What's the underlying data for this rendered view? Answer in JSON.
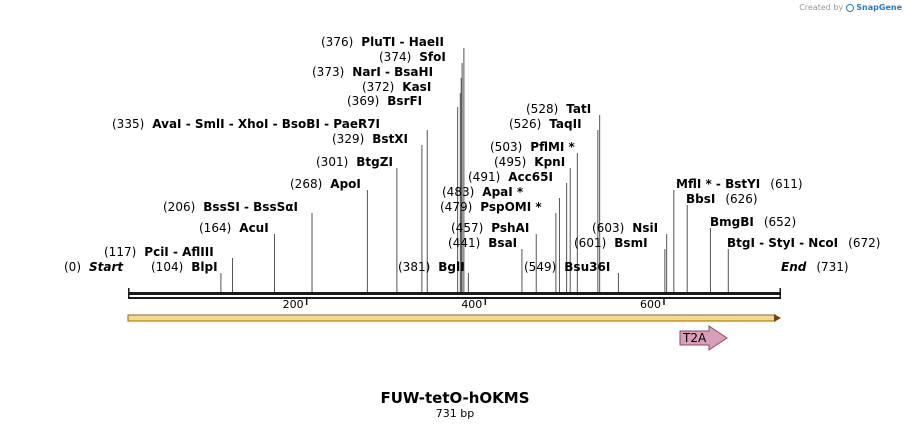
{
  "credit": {
    "prefix": "Created by",
    "brand": "SnapGene"
  },
  "title": "FUW-tetO-hOKMS",
  "subtitle": "731 bp",
  "sequence_length": 731,
  "colors": {
    "backbone": "#1a1a1a",
    "feature_fill": "#f5d98c",
    "feature_stroke": "#9a6a10",
    "t2a_fill": "#d8a0b8",
    "t2a_stroke": "#8a4a6a",
    "site_line": "#555555"
  },
  "ruler_ticks": [
    200,
    400,
    600
  ],
  "features": [
    {
      "name": "",
      "start": 1,
      "end": 731,
      "type": "arrow"
    },
    {
      "name": "T2A",
      "start": 616,
      "end": 669,
      "type": "arrow"
    }
  ],
  "sites": [
    {
      "pos": "(0)",
      "label": "Start",
      "bp": 0,
      "italic": true
    },
    {
      "pos": "(731)",
      "label": "End",
      "bp": 731,
      "italic": true,
      "pos_after": true
    },
    {
      "pos": "(104)",
      "label": "BlpI",
      "bp": 104
    },
    {
      "pos": "(117)",
      "label": "PciI  - AflIII",
      "bp": 117
    },
    {
      "pos": "(164)",
      "label": "AcuI",
      "bp": 164
    },
    {
      "pos": "(206)",
      "label": "BssSI  - BssSαI",
      "bp": 206
    },
    {
      "pos": "(268)",
      "label": "ApoI",
      "bp": 268
    },
    {
      "pos": "(301)",
      "label": "BtgZI",
      "bp": 301
    },
    {
      "pos": "(329)",
      "label": "BstXI",
      "bp": 329
    },
    {
      "pos": "(335)",
      "label": "AvaI  - SmlI  - XhoI  - BsoBI  - PaeR7I",
      "bp": 335
    },
    {
      "pos": "(369)",
      "label": "BsrFI",
      "bp": 369
    },
    {
      "pos": "(372)",
      "label": "KasI",
      "bp": 372
    },
    {
      "pos": "(373)",
      "label": "NarI  - BsaHI",
      "bp": 373
    },
    {
      "pos": "(374)",
      "label": "SfoI",
      "bp": 374
    },
    {
      "pos": "(376)",
      "label": "PluTI  - HaeII",
      "bp": 376
    },
    {
      "pos": "(381)",
      "label": "BglI",
      "bp": 381
    },
    {
      "pos": "(441)",
      "label": "BsaI",
      "bp": 441
    },
    {
      "pos": "(457)",
      "label": "PshAI",
      "bp": 457
    },
    {
      "pos": "(479)",
      "label": "PspOMI *",
      "bp": 479
    },
    {
      "pos": "(483)",
      "label": "ApaI *",
      "bp": 483
    },
    {
      "pos": "(491)",
      "label": "Acc65I",
      "bp": 491
    },
    {
      "pos": "(495)",
      "label": "KpnI",
      "bp": 495
    },
    {
      "pos": "(503)",
      "label": "PflMI *",
      "bp": 503
    },
    {
      "pos": "(526)",
      "label": "TaqII",
      "bp": 526
    },
    {
      "pos": "(528)",
      "label": "TatI",
      "bp": 528
    },
    {
      "pos": "(549)",
      "label": "Bsu36I",
      "bp": 549
    },
    {
      "pos": "(601)",
      "label": "BsmI",
      "bp": 601
    },
    {
      "pos": "(603)",
      "label": "NsiI",
      "bp": 603
    },
    {
      "pos": "(611)",
      "label": "MflI * - BstYI",
      "bp": 611,
      "pos_after": true
    },
    {
      "pos": "(626)",
      "label": "BbsI",
      "bp": 626,
      "pos_after": true
    },
    {
      "pos": "(652)",
      "label": "BmgBI",
      "bp": 652,
      "pos_after": true
    },
    {
      "pos": "(672)",
      "label": "BtgI  - StyI  - NcoI",
      "bp": 672,
      "pos_after": true
    }
  ]
}
